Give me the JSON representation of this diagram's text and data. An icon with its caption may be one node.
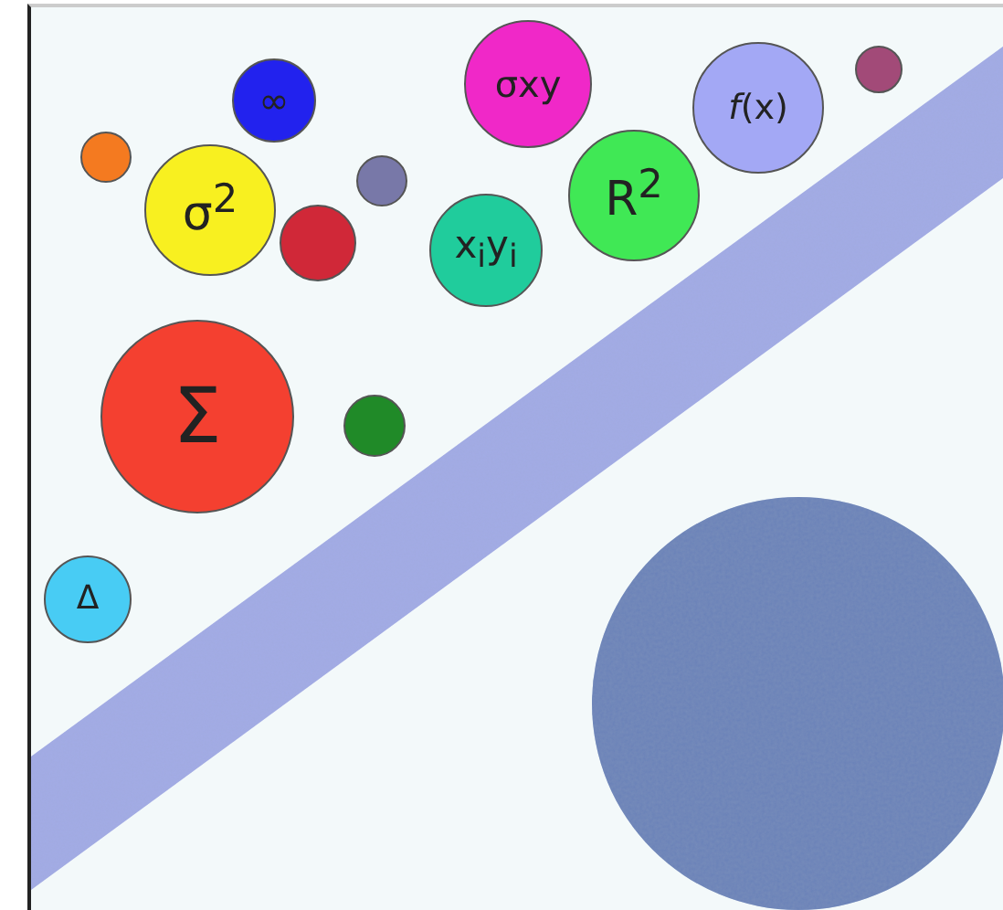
{
  "diagram": {
    "nodes": [
      {
        "text": [
          "∞"
        ]
      },
      {
        "text": [
          "σxy"
        ]
      },
      {
        "text": [
          "*f*(x)"
        ]
      },
      {
        "text": [],
        "shape": "circle"
      },
      {
        "text": [],
        "shape": "circle"
      },
      {
        "text": [
          "σ$^{2}$"
        ]
      },
      {
        "text": [],
        "shape": "circle"
      },
      {
        "text": [],
        "shape": "circle"
      },
      {
        "text": [
          "x$_{i}$y$_{i}$"
        ]
      },
      {
        "text": [
          "R$^{2}$"
        ]
      },
      {
        "text": [
          "Σ"
        ]
      },
      {
        "text": [],
        "shape": "circle"
      },
      {
        "text": [
          "Δ"
        ]
      },
      {
        "text": [],
        "shape": "circle"
      }
    ]
  }
}
